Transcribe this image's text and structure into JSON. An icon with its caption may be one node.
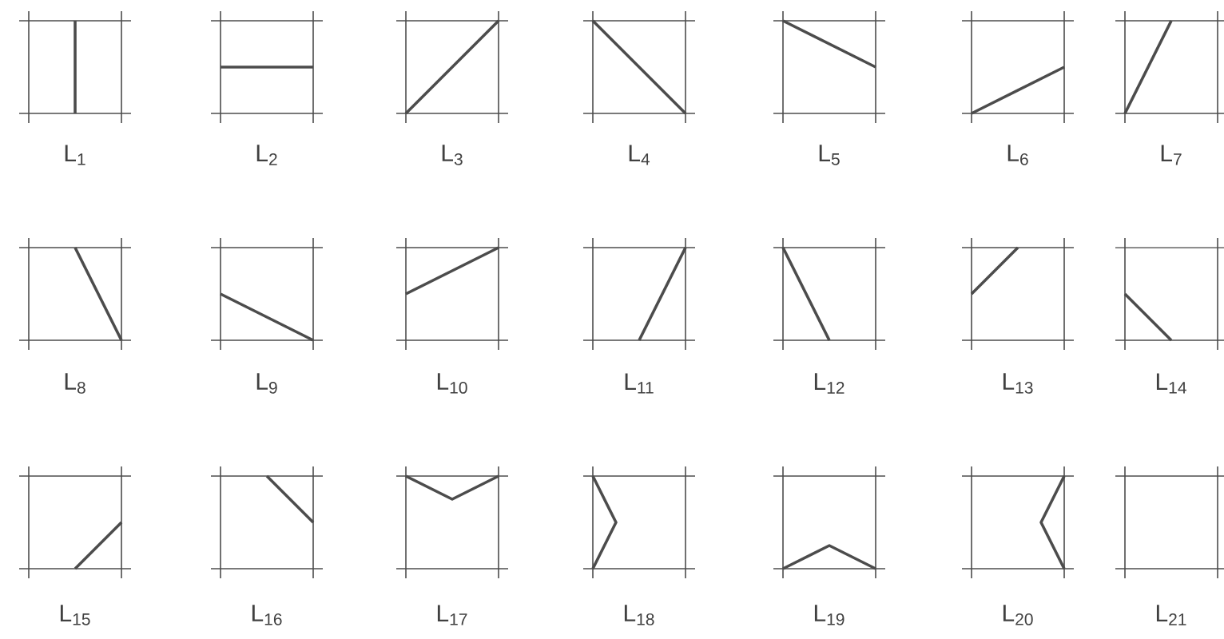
{
  "diagram": {
    "labels": [
      "L$_{1}$",
      "L$_{2}$",
      "L$_{3}$",
      "L$_{4}$",
      "L$_{5}$",
      "L$_{6}$",
      "L$_{7}$",
      "L$_{8}$",
      "L$_{9}$",
      "L$_{10}$",
      "L$_{11}$",
      "L$_{12}$",
      "L$_{13}$",
      "L$_{14}$",
      "L$_{15}$",
      "L$_{16}$",
      "L$_{17}$",
      "L$_{18}$",
      "L$_{19}$",
      "L$_{20}$",
      "L$_{21}$"
    ]
  }
}
